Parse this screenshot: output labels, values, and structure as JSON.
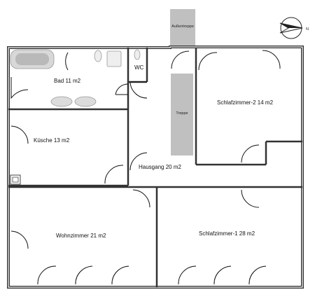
{
  "rooms": {
    "bad": "Bad  11 m2",
    "wc": "WC",
    "kueche": "Küsche  13 m2",
    "hausgang": "Hausgang  20 m2",
    "schlafzimmer2": "Schlafzimmer-2  14 m2",
    "wohnzimmer": "Wohnzimmer  21 m2",
    "schlafzimmer1": "Schlafzimmer-1  28 m2"
  },
  "stairs": {
    "outer": "Außentreppe",
    "inner": "Treppe"
  },
  "compass": {
    "north": "N"
  },
  "colors": {
    "wall": "#333333",
    "stair": "#c0c0c0",
    "fixture": "#d8d8d8"
  }
}
